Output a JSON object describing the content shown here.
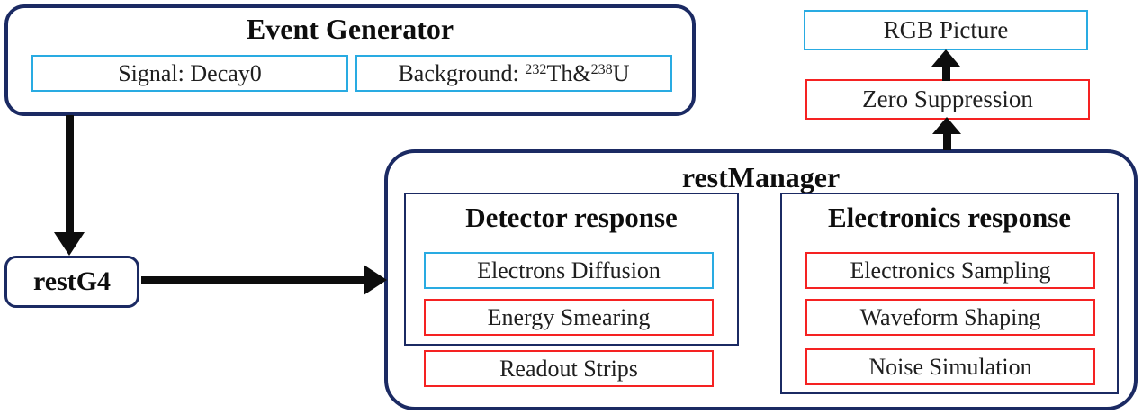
{
  "colors": {
    "navy": "#1b2a63",
    "cyan": "#29abe2",
    "red": "#f52222",
    "arrow_black": "#0d0d0d"
  },
  "event_generator": {
    "title": "Event Generator",
    "signal_label": "Signal: Decay0",
    "background": {
      "prefix": "Background: ",
      "sup1": "232",
      "mid": "Th&",
      "sup2": "238",
      "end": "U"
    }
  },
  "rest_g4": {
    "label": "restG4"
  },
  "rest_manager": {
    "title": "restManager",
    "detector": {
      "title": "Detector response",
      "items": [
        {
          "label": "Electrons Diffusion"
        },
        {
          "label": "Energy Smearing"
        },
        {
          "label": "Readout Strips"
        }
      ]
    },
    "electronics": {
      "title": "Electronics response",
      "items": [
        {
          "label": "Electronics Sampling"
        },
        {
          "label": "Waveform Shaping"
        },
        {
          "label": "Noise Simulation"
        }
      ]
    }
  },
  "outputs": {
    "zero_suppression": "Zero Suppression",
    "rgb_picture": "RGB Picture"
  },
  "arrows": [
    {
      "name": "event-generator-to-restg4-arrow",
      "direction": "down"
    },
    {
      "name": "restg4-to-restmanager-arrow",
      "direction": "right"
    },
    {
      "name": "restmanager-to-zero-suppression-arrow",
      "direction": "up"
    },
    {
      "name": "zero-suppression-to-rgb-picture-arrow",
      "direction": "up"
    }
  ]
}
